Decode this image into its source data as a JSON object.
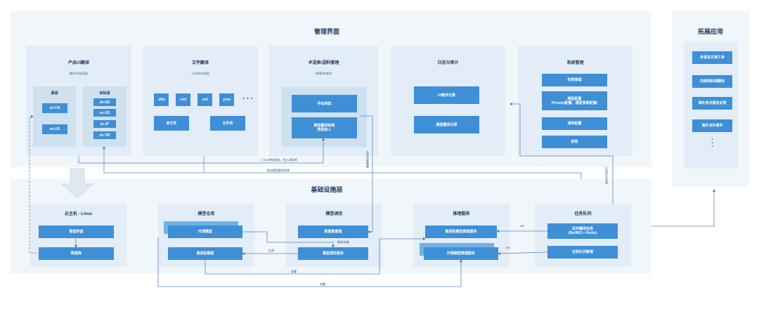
{
  "management": {
    "title": "管理界面",
    "product_ui": {
      "title": "产品UI翻译",
      "subtitle": "翻译/评阅/接轨",
      "source_label": "源语",
      "target_label": "目标语",
      "sources": [
        "zh-CN",
        "en-US",
        "..."
      ],
      "targets": [
        "de-DE",
        "en-US",
        "ja-JP",
        "zh-TW",
        "..."
      ]
    },
    "file_translation": {
      "title": "文件翻译",
      "subtitle": "上传/综合/接轨",
      "formats": [
        ".dita",
        ".xml",
        ".md",
        ".json"
      ],
      "more": "• • •",
      "single_file": "单文件",
      "folder": "文件夹"
    },
    "terminology": {
      "title": "术语表/语料管理",
      "subtitle": "增/删/改/查询",
      "manual_add": "手动添加",
      "model_result": "模型翻译结果\n筛选加入"
    },
    "logs": {
      "title": "日志与审计",
      "ui_log": "UI操作记录",
      "model_log": "模型翻译记录"
    },
    "system": {
      "title": "系统管理",
      "items": [
        "权限管理",
        "模型配置\n(Prompt配置、模型参数配置)",
        "通知配置",
        "其他"
      ]
    }
  },
  "extension": {
    "title": "拓展应用",
    "items": [
      "多语言文档工单",
      "内部资料英翻译",
      "海外技术服务反馈",
      "海外对外邮件"
    ],
    "more": "•\n•\n•"
  },
  "infrastructure": {
    "title": "基础设施层",
    "cloud_host": {
      "title": "云主机 - Linux",
      "items": [
        "管理界面",
        "数据库"
      ]
    },
    "model_repo": {
      "title": "模型仓库",
      "items": [
        "开源模型",
        "微调后模型"
      ]
    },
    "model_tuning": {
      "title": "模型调优",
      "items": [
        "数据集管理",
        "模型调优服务"
      ]
    },
    "inference": {
      "title": "推理服务",
      "items": [
        "微调后模型推理服务",
        "开源模型推理服务"
      ]
    },
    "task_queue": {
      "title": "任务队列",
      "items": [
        "异步翻译任务\n(BullMQ + Redis)",
        "任务队列管理"
      ]
    }
  },
  "edge_labels": {
    "review": "人工/AI审核通过，加入语料库",
    "return": "推送模型翻译结果",
    "build_dataset": "生成训练数据",
    "generate": "生成",
    "finetune": "微调/训练",
    "deploy1": "部署",
    "deploy2": "部署",
    "api1": "API",
    "api2": "API",
    "log_gen": "生成日志记录"
  }
}
